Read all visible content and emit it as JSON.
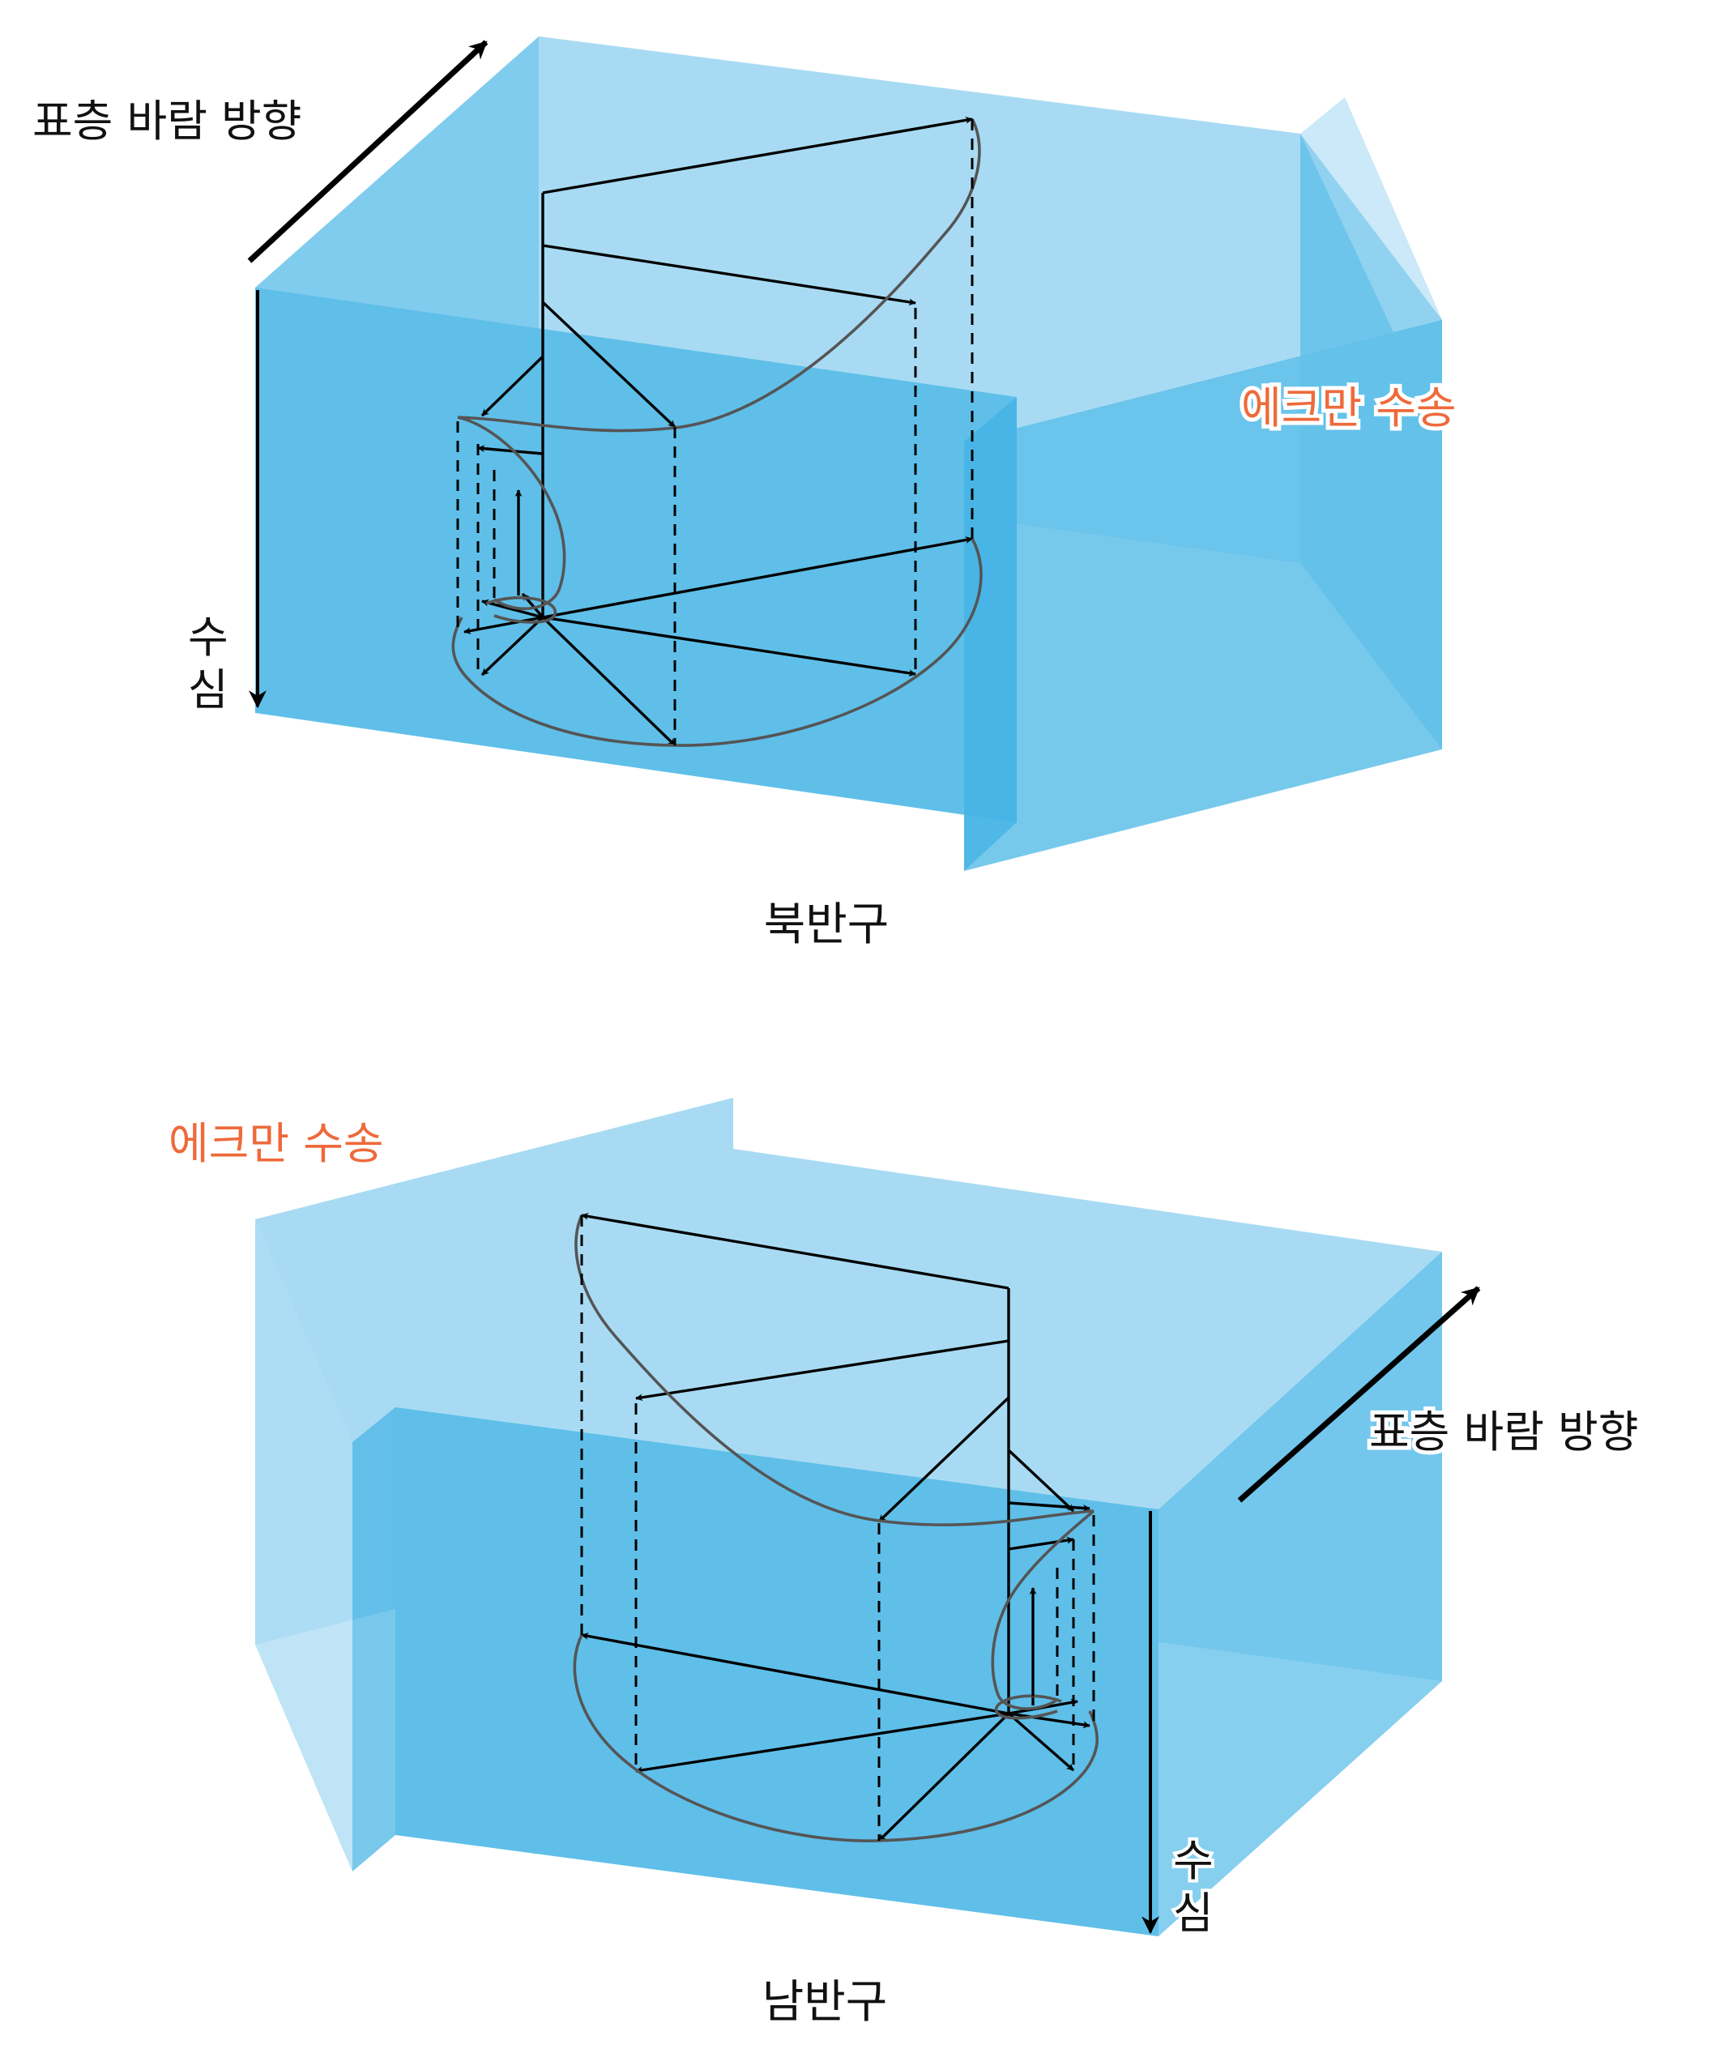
{
  "colors": {
    "water_light": "#a8dbf3",
    "water_mid": "#5fbfe9",
    "water_deep": "#3fb1e4",
    "accent": "#ee6a3b",
    "spiral": "#555555"
  },
  "northern": {
    "wind_label": "표층 바람 방향",
    "transport_label": "에크만 수송",
    "depth_label_1": "수",
    "depth_label_2": "심",
    "caption": "북반구"
  },
  "southern": {
    "wind_label": "표층 바람 방향",
    "transport_label": "에크만 수송",
    "depth_label_1": "수",
    "depth_label_2": "심",
    "caption": "남반구"
  }
}
